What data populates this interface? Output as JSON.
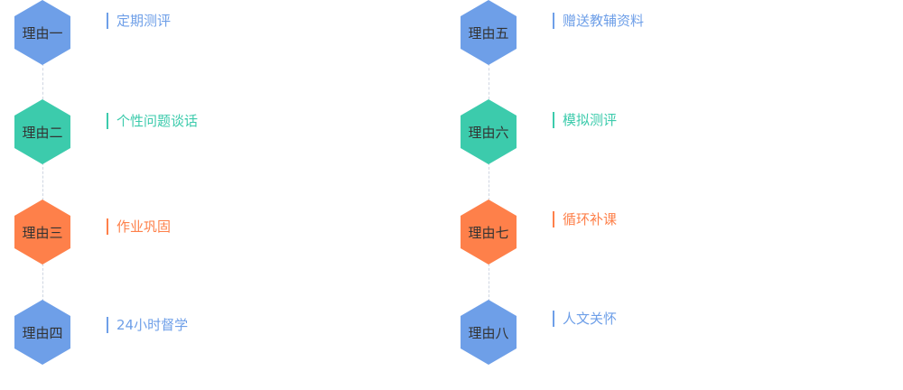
{
  "colors": {
    "blue": "#6e9fe8",
    "green": "#3ccbac",
    "orange": "#fe804a",
    "connector": "#cfd6e2",
    "label_text": "#333333"
  },
  "reasons_left": [
    {
      "badge": "理由一",
      "text": "定期测评",
      "color": "blue"
    },
    {
      "badge": "理由二",
      "text": "个性问题谈话",
      "color": "green"
    },
    {
      "badge": "理由三",
      "text": "作业巩固",
      "color": "orange"
    },
    {
      "badge": "理由四",
      "text": "24小时督学",
      "color": "blue"
    }
  ],
  "reasons_right": [
    {
      "badge": "理由五",
      "text": "赠送教辅资料",
      "color": "blue"
    },
    {
      "badge": "理由六",
      "text": "模拟测评",
      "color": "green"
    },
    {
      "badge": "理由七",
      "text": "循环补课",
      "color": "orange"
    },
    {
      "badge": "理由八",
      "text": "人文关怀",
      "color": "blue"
    }
  ]
}
